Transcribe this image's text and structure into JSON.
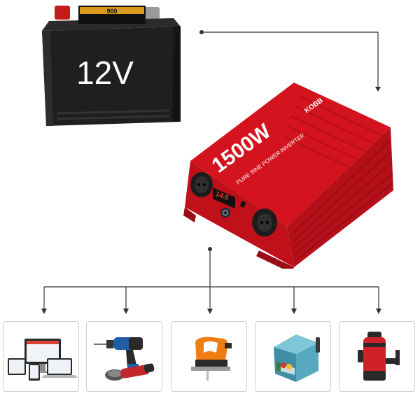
{
  "battery": {
    "voltage_label": "12V",
    "top_label": "900",
    "icon": "car-battery-icon"
  },
  "inverter": {
    "power_label": "1500W",
    "subtitle": "PURE SINE POWER INVERTER",
    "brand": "KOBB",
    "display_value": "14.6",
    "icon": "power-inverter-icon",
    "color": "#d3131d"
  },
  "devices": [
    {
      "name": "computers",
      "icon": "computer-devices-icon"
    },
    {
      "name": "drill",
      "icon": "power-drill-icon"
    },
    {
      "name": "jigsaw",
      "icon": "jigsaw-icon"
    },
    {
      "name": "cooler",
      "icon": "cool-box-icon"
    },
    {
      "name": "pump",
      "icon": "submersible-pump-icon"
    }
  ],
  "colors": {
    "connector": "#333333",
    "card_border": "#cfcfcf",
    "battery_body": "#222222"
  }
}
